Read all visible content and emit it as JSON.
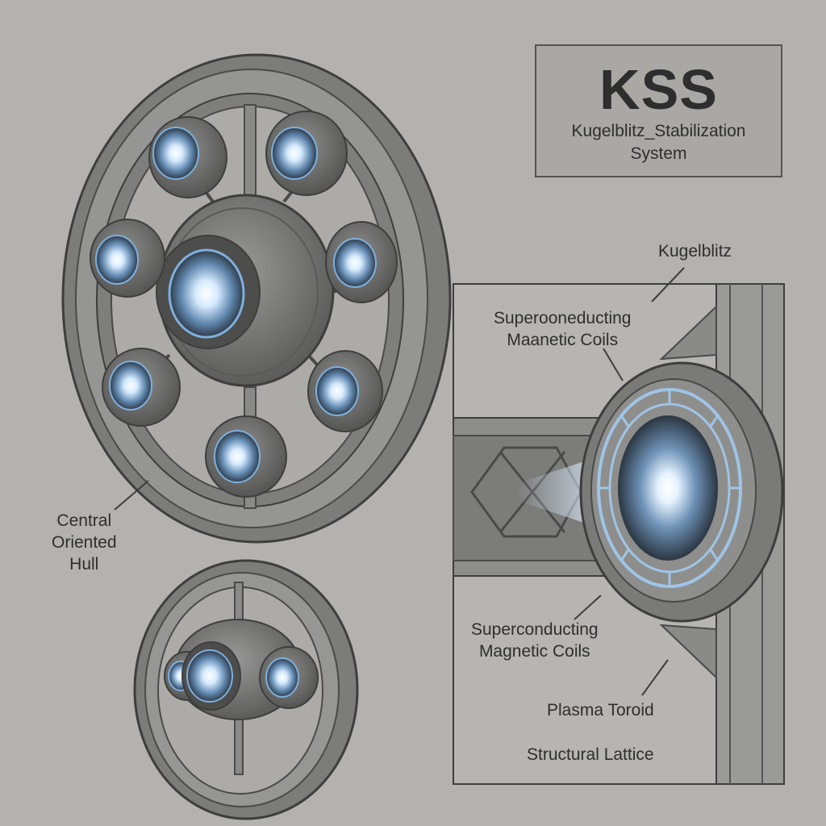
{
  "title": {
    "acronym": "KSS",
    "subtitle_line1": "Kugelblitz_Stabilization",
    "subtitle_line2": "System"
  },
  "labels": {
    "kugelblitz": "Kugelblitz",
    "coils_upper_line1": "Superooneducting",
    "coils_upper_line2": "Maanetic Coils",
    "coils_lower_line1": "Superconducting",
    "coils_lower_line2": "Magnetic Coils",
    "plasma_toroid": "Plasma Toroid",
    "structural_lattice": "Structural Lattice",
    "hull_line1": "Central",
    "hull_line2": "Oriented",
    "hull_line3": "Hull"
  },
  "colors": {
    "background": "#b3b2ae",
    "hull": "#8c8c8a",
    "line": "#4a4a4a",
    "glow": "#9ec9f0"
  }
}
